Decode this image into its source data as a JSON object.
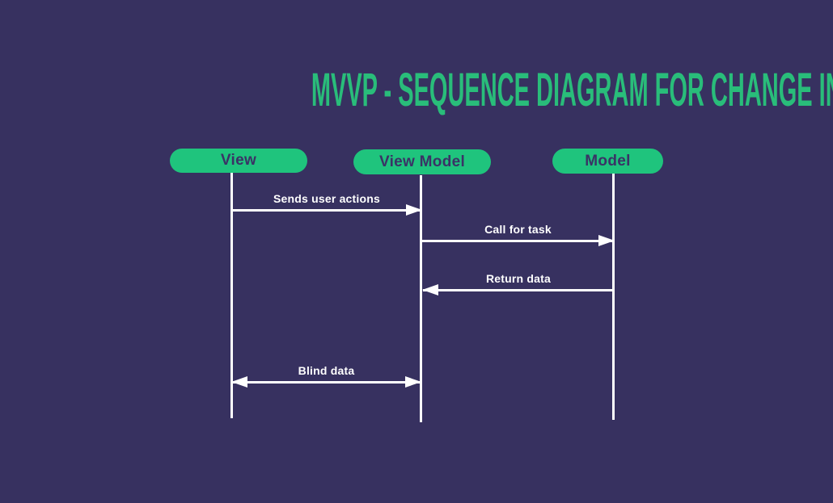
{
  "title": "MVVP - SEQUENCE DIAGRAM FOR CHANGE IN MODEL",
  "colors": {
    "background": "#373160",
    "accent_green": "#1FC47D",
    "title_green": "#29BD7A",
    "actor_text": "#3A3366",
    "line_white": "#FFFFFF"
  },
  "actors": [
    {
      "label": "View"
    },
    {
      "label": "View Model"
    },
    {
      "label": "Model"
    }
  ],
  "messages": [
    {
      "label": "Sends user actions",
      "from": "View",
      "to": "View Model",
      "direction": "right"
    },
    {
      "label": "Call for task",
      "from": "View Model",
      "to": "Model",
      "direction": "right"
    },
    {
      "label": "Return data",
      "from": "Model",
      "to": "View Model",
      "direction": "left"
    },
    {
      "label": "Blind data",
      "from": "View",
      "to": "View Model",
      "direction": "both"
    }
  ]
}
